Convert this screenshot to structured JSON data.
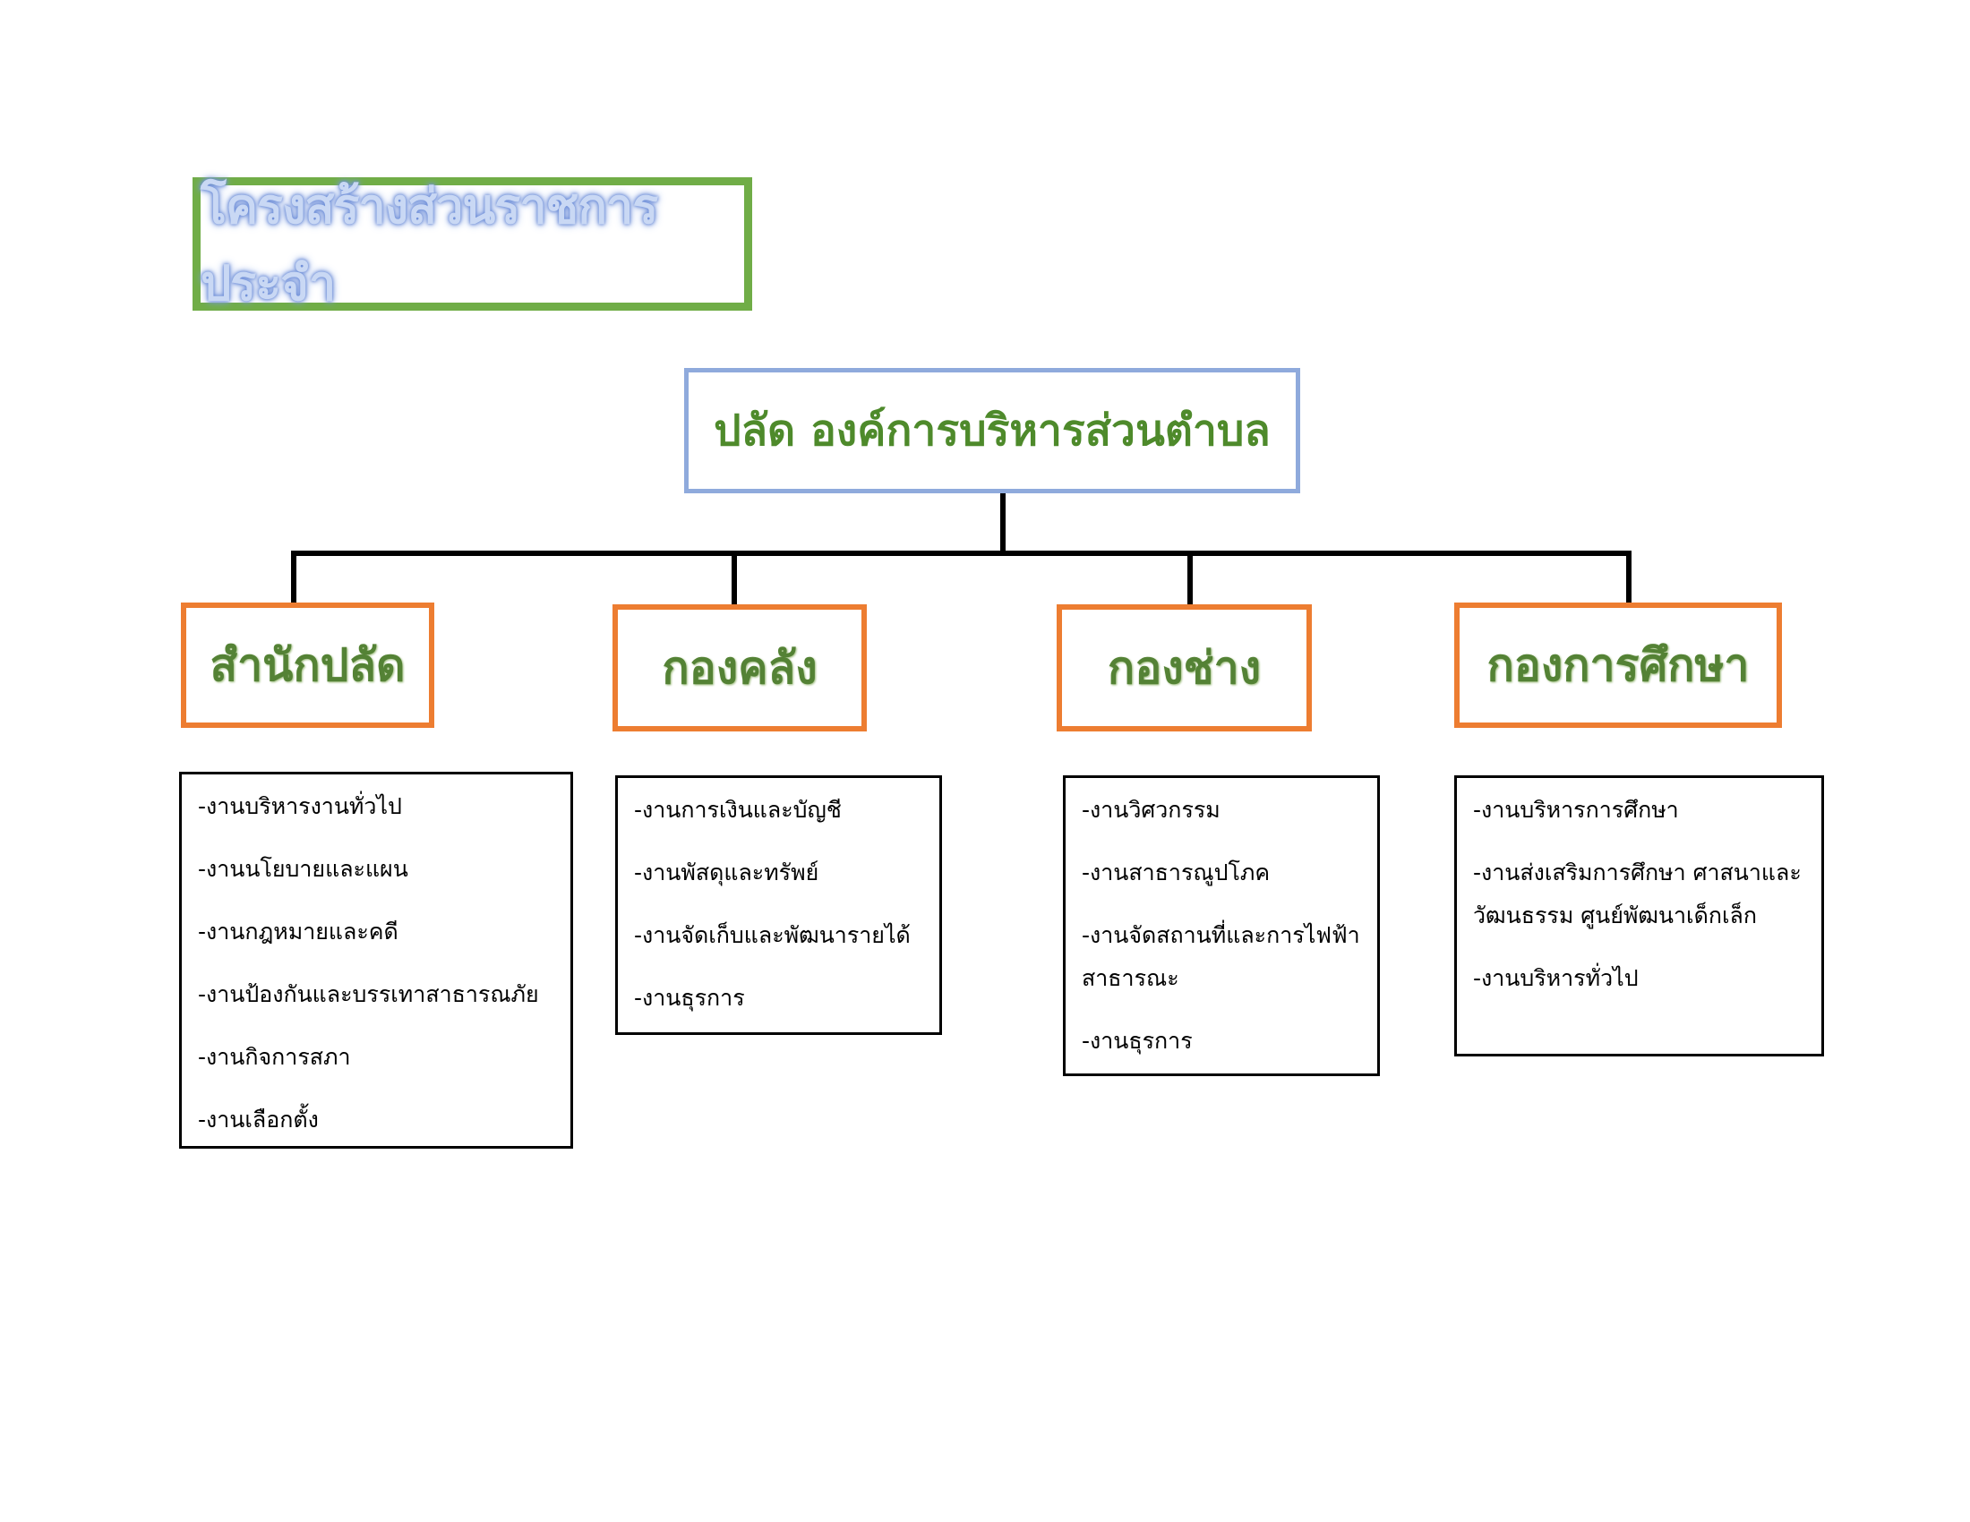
{
  "title": "โครงสร้างส่วนราชการประจำ",
  "head": "ปลัด องค์การบริหารส่วนตำบล",
  "departments": [
    {
      "name": "สำนักปลัด",
      "tasks": [
        "-งานบริหารงานทั่วไป",
        "-งานนโยบายและแผน",
        "-งานกฎหมายและคดี",
        "-งานป้องกันและบรรเทาสาธารณภัย",
        "-งานกิจการสภา",
        "-งานเลือกตั้ง"
      ]
    },
    {
      "name": "กองคลัง",
      "tasks": [
        "-งานการเงินและบัญชี",
        "-งานพัสดุและทรัพย์",
        "-งานจัดเก็บและพัฒนารายได้",
        "-งานธุรการ"
      ]
    },
    {
      "name": "กองช่าง",
      "tasks": [
        "-งานวิศวกรรม",
        "-งานสาธารณูปโภค",
        "-งานจัดสถานที่และการไฟฟ้าสาธารณะ",
        "-งานธุรการ"
      ]
    },
    {
      "name": "กองการศึกษา",
      "tasks": [
        "-งานบริหารการศึกษา",
        "-งานส่งเสริมการศึกษา ศาสนาและวัฒนธรรม ศูนย์พัฒนาเด็กเล็ก",
        "-งานบริหารทั่วไป"
      ]
    }
  ],
  "colors": {
    "title_border": "#70ad47",
    "head_border": "#8faadc",
    "dept_border": "#ed7d31",
    "dept_text": "#548235",
    "head_text": "#4e8a2b"
  }
}
